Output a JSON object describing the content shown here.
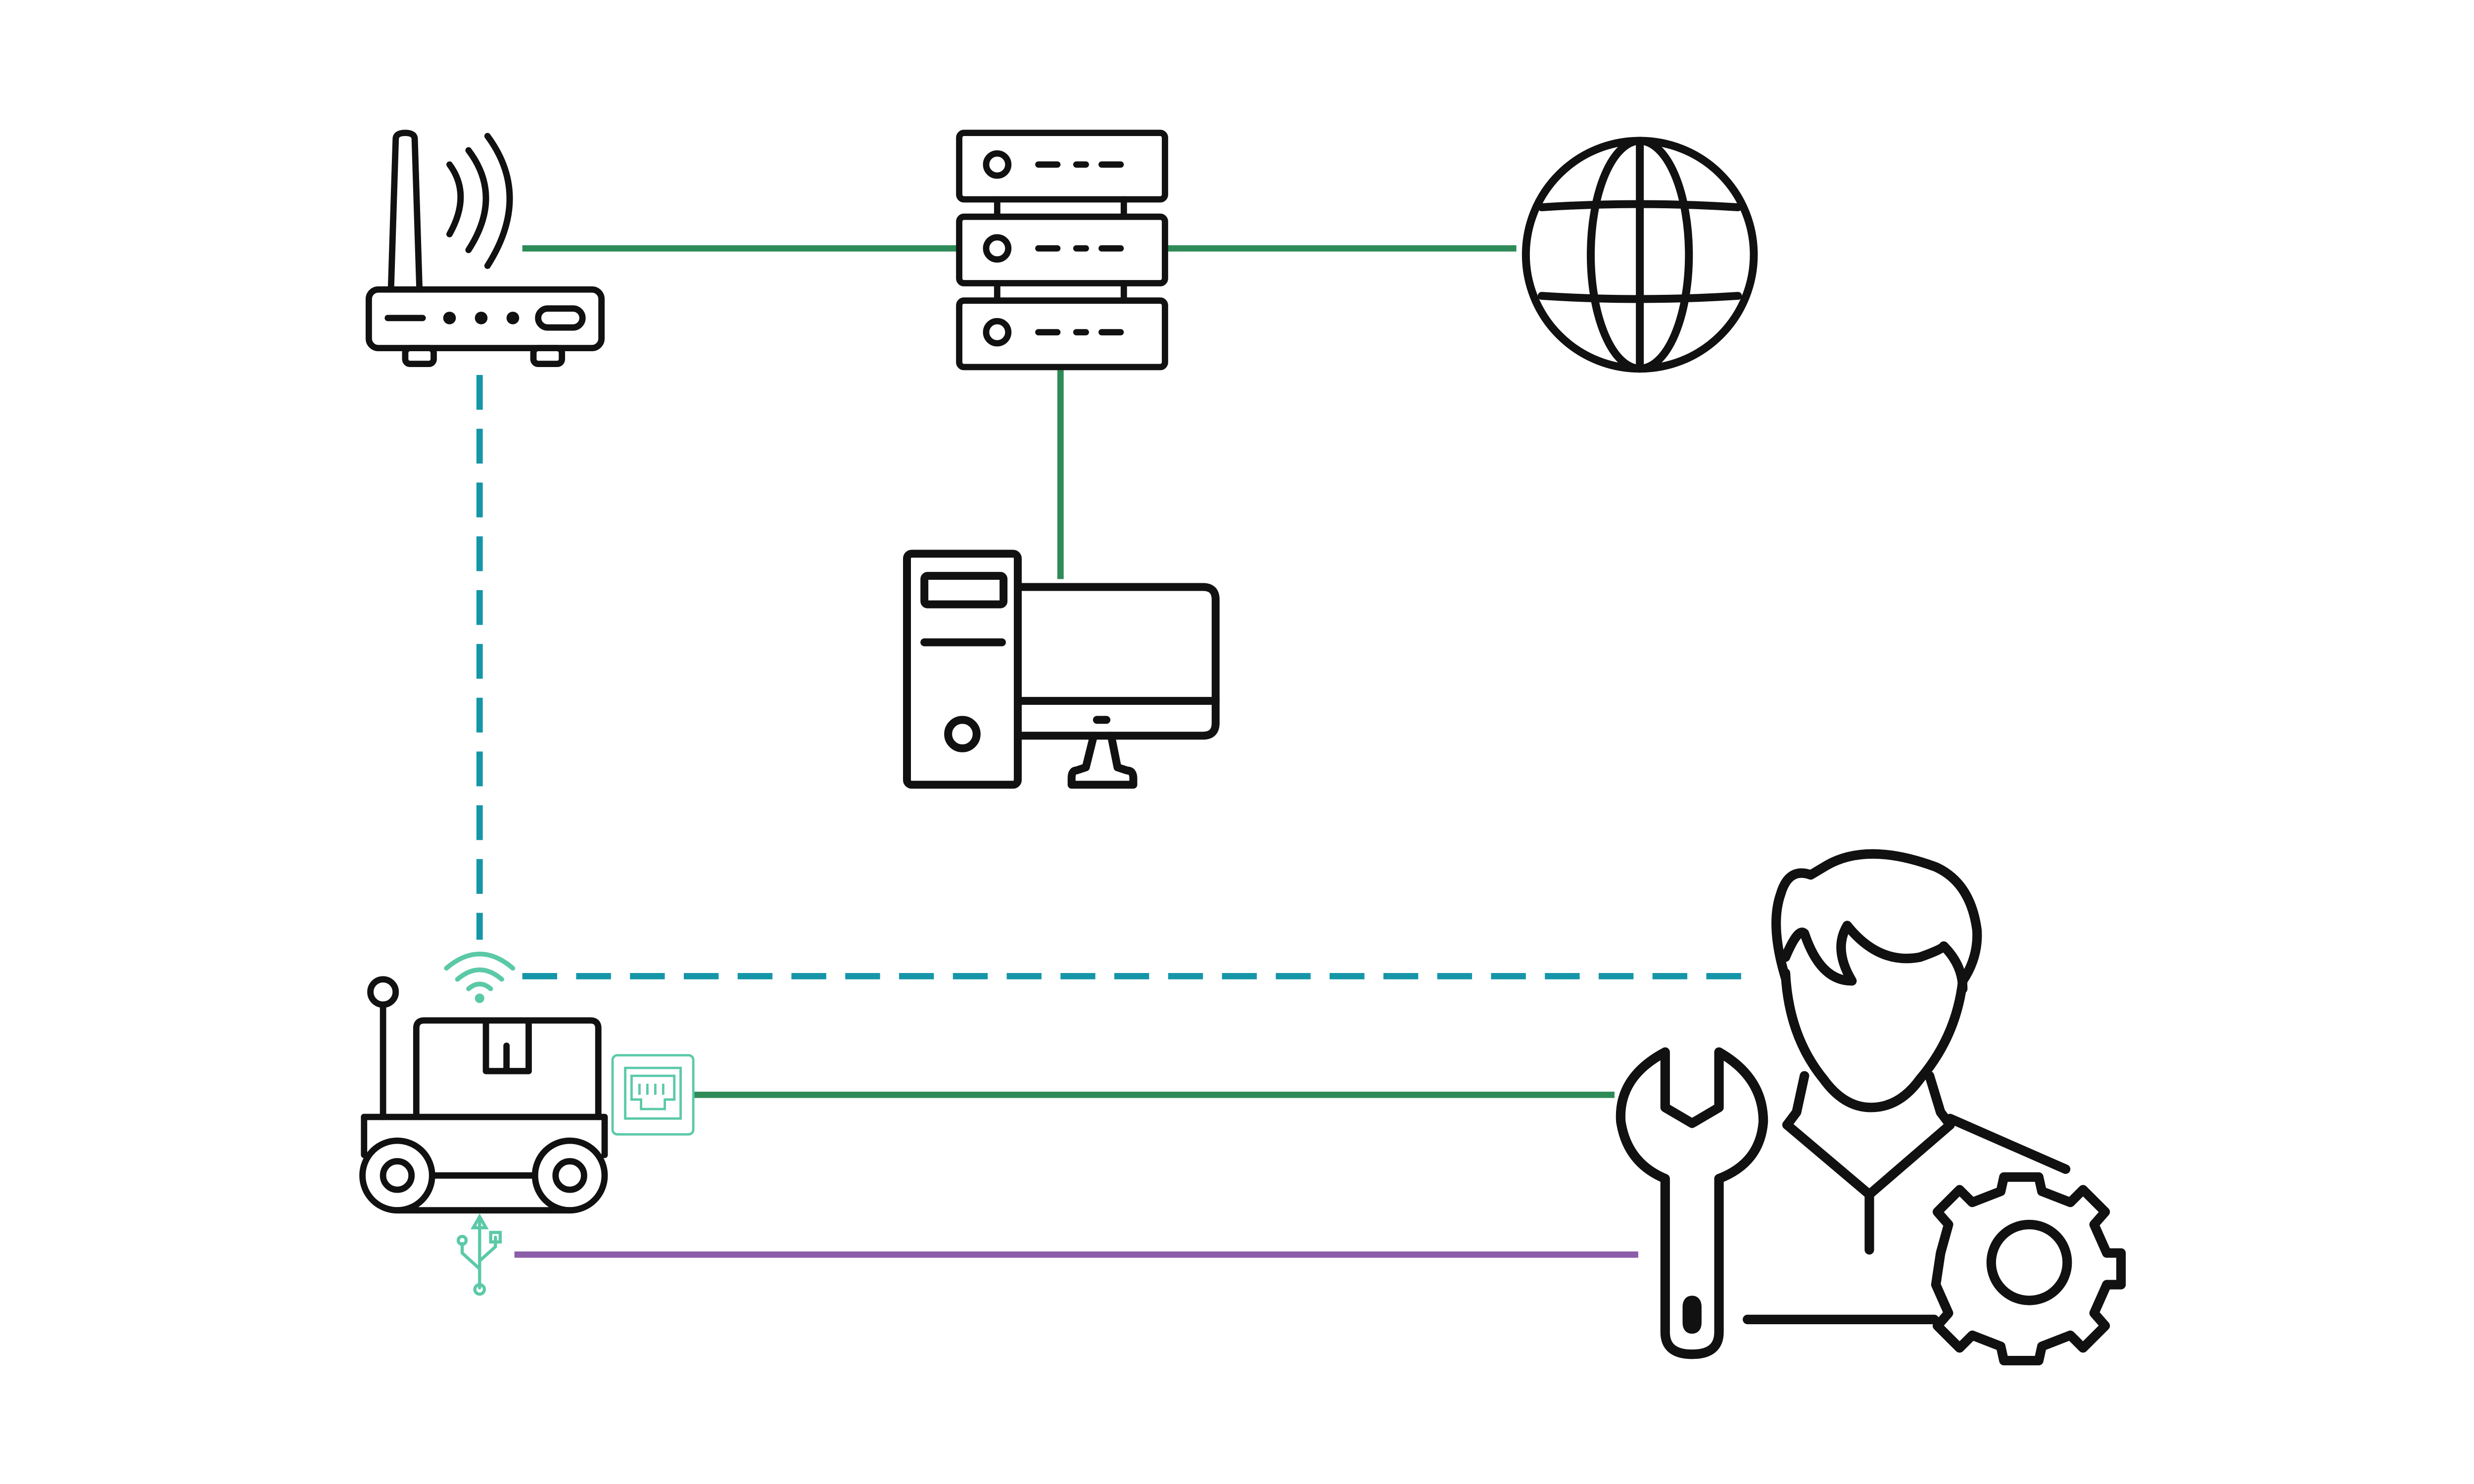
{
  "colors": {
    "ethernet": "#2e8b57",
    "wifi": "#1596a8",
    "usb": "#8a5ea8",
    "port_icon": "#5bc9a8",
    "icon_stroke": "#111111"
  },
  "nodes": [
    {
      "id": "router",
      "icon": "wifi-router-icon"
    },
    {
      "id": "server",
      "icon": "server-rack-icon"
    },
    {
      "id": "internet",
      "icon": "globe-icon"
    },
    {
      "id": "workstation",
      "icon": "desktop-computer-icon"
    },
    {
      "id": "robot",
      "icon": "delivery-robot-icon"
    },
    {
      "id": "technician",
      "icon": "technician-icon"
    }
  ],
  "port_icons": [
    {
      "id": "wifi-port",
      "icon": "wifi-signal-icon"
    },
    {
      "id": "ethernet-port",
      "icon": "ethernet-port-icon"
    },
    {
      "id": "usb-port",
      "icon": "usb-icon"
    }
  ],
  "links": [
    {
      "from": "router",
      "to": "server",
      "type": "ethernet",
      "style": "solid"
    },
    {
      "from": "server",
      "to": "internet",
      "type": "ethernet",
      "style": "solid"
    },
    {
      "from": "server",
      "to": "workstation",
      "type": "ethernet",
      "style": "solid"
    },
    {
      "from": "router",
      "to": "robot",
      "type": "wifi",
      "style": "dashed"
    },
    {
      "from": "robot",
      "to": "technician",
      "type": "wifi",
      "style": "dashed"
    },
    {
      "from": "robot",
      "to": "technician",
      "type": "ethernet",
      "style": "solid"
    },
    {
      "from": "robot",
      "to": "technician",
      "type": "usb",
      "style": "solid"
    }
  ]
}
